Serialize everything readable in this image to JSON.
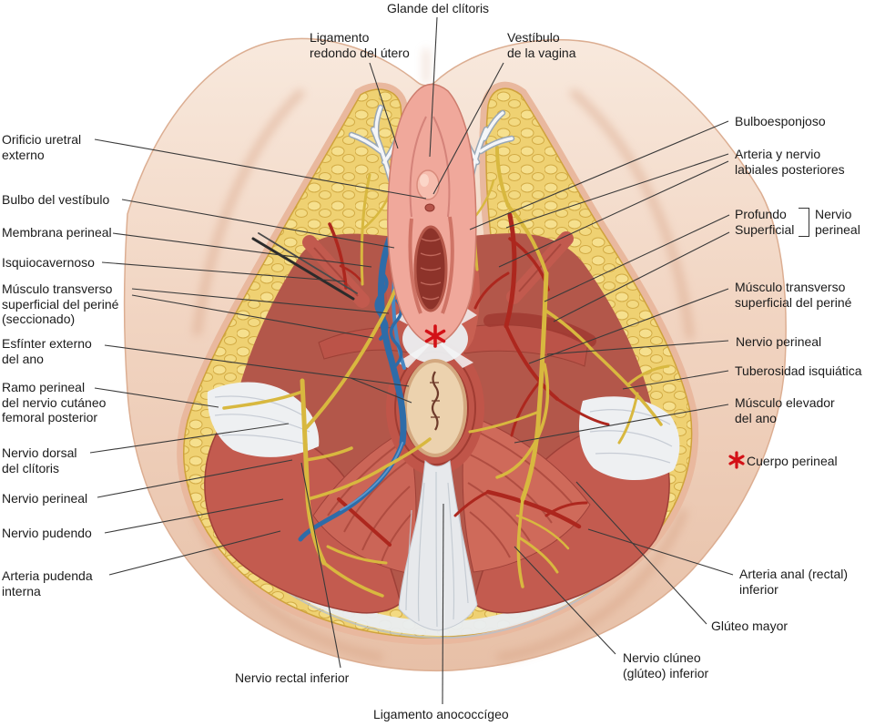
{
  "diagram": {
    "language": "es",
    "marker_symbol": "*",
    "marker_meaning_label": "Cuerpo perineal"
  },
  "labels": {
    "glande_clitoris": "Glande del clítoris",
    "ligamento_redondo": "Ligamento\nredondo del útero",
    "vestibulo_vagina": "Vestíbulo\nde la vagina",
    "orificio_uretral": "Orificio uretral\nexterno",
    "bulbo_vestibulo": "Bulbo del vestíbulo",
    "membrana_perineal": "Membrana perineal",
    "isquiocavernoso": "Isquiocavernoso",
    "musculo_transverso_seccionado": "Músculo transverso\nsuperficial del periné\n(seccionado)",
    "esfinter_externo_ano": "Esfínter externo\ndel ano",
    "ramo_perineal": "Ramo perineal\ndel nervio cutáneo\nfemoral posterior",
    "nervio_dorsal_clitoris": "Nervio dorsal\ndel clítoris",
    "nervio_perineal_izquierdo": "Nervio perineal",
    "nervio_pudendo": "Nervio pudendo",
    "arteria_pudenda_interna": "Arteria pudenda\ninterna",
    "nervio_rectal_inferior": "Nervio rectal inferior",
    "ligamento_anococcigeo": "Ligamento anococcígeo",
    "bulboesponjoso": "Bulboesponjoso",
    "arteria_nervio_labiales": "Arteria y nervio\nlabiales posteriores",
    "profundo": "Profundo",
    "superficial": "Superficial",
    "nervio_perineal_bracket": "Nervio\nperineal",
    "musculo_transverso_derecho": "Músculo transverso\nsuperficial del periné",
    "nervio_perineal_derecho": "Nervio perineal",
    "tuberosidad_isquiatica": "Tuberosidad isquiática",
    "musculo_elevador_ano": "Músculo elevador\ndel ano",
    "cuerpo_perineal": "Cuerpo perineal",
    "arteria_anal": "Arteria anal (rectal)\ninferior",
    "gluteo_mayor": "Glúteo mayor",
    "nervio_cluneo": "Nervio clúneo\n(glúteo) inferior"
  },
  "colors": {
    "skin": "#efd2c0",
    "fat": "#efd172",
    "muscle": "#c25a4e",
    "nerve": "#d8b83f",
    "artery": "#ad271e",
    "vein": "#2e6ca8",
    "fascia_white": "#eceff1",
    "marker_red": "#d31016",
    "leader_line": "#3a3a3a",
    "label_text": "#1b1b1b"
  }
}
